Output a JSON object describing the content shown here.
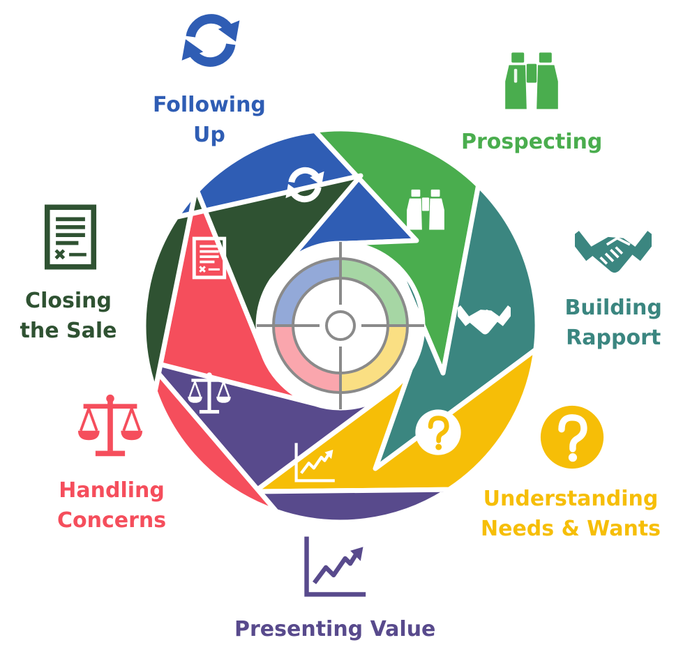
{
  "stages": [
    {
      "id": "following-up",
      "lines": [
        "Following",
        "Up"
      ],
      "color": "#2f5db4",
      "light": "#93a9d8",
      "icon": "refresh-icon"
    },
    {
      "id": "prospecting",
      "lines": [
        "Prospecting"
      ],
      "color": "#4aad4e",
      "light": "#a6d6a4",
      "icon": "binoculars-icon"
    },
    {
      "id": "building-rapport",
      "lines": [
        "Building",
        "Rapport"
      ],
      "color": "#3b8680",
      "light": "#9dc3bf",
      "icon": "handshake-icon"
    },
    {
      "id": "understanding-needs",
      "lines": [
        "Understanding",
        "Needs & Wants"
      ],
      "color": "#f6be07",
      "light": "#fadf83",
      "icon": "question-icon"
    },
    {
      "id": "presenting-value",
      "lines": [
        "Presenting Value"
      ],
      "color": "#584a8c",
      "light": "#aba5c5",
      "icon": "growth-chart-icon"
    },
    {
      "id": "handling-concerns",
      "lines": [
        "Handling",
        "Concerns"
      ],
      "color": "#f54e5c",
      "light": "#faa6ad",
      "icon": "scales-icon"
    },
    {
      "id": "closing-the-sale",
      "lines": [
        "Closing",
        "the Sale"
      ],
      "color": "#2f5232",
      "light": "#97a898",
      "icon": "contract-icon"
    }
  ],
  "center": {
    "icon": "target-crosshair-icon",
    "ring_colors": [
      "#93a9d8",
      "#a6d6a4",
      "#fadf83",
      "#faa6ad"
    ],
    "line_color": "#8a8a8a"
  }
}
